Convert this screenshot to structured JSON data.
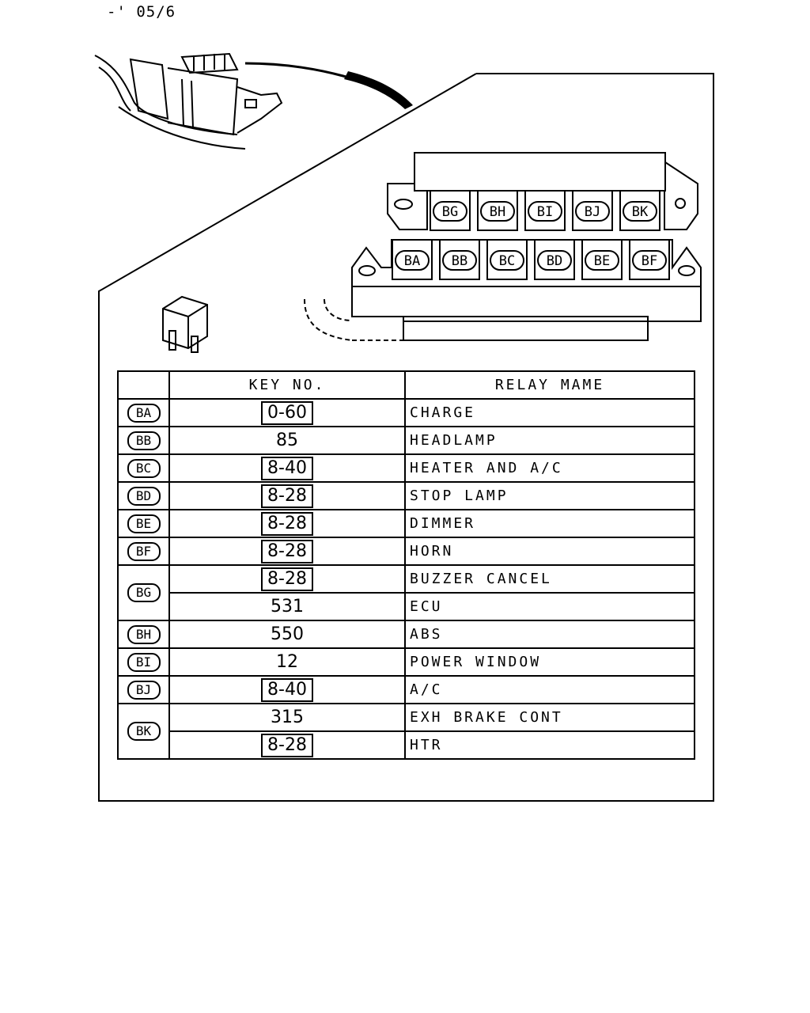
{
  "header": {
    "code": "-' 05/6"
  },
  "connector_top_labels": [
    "BG",
    "BH",
    "BI",
    "BJ",
    "BK"
  ],
  "connector_bottom_labels": [
    "BA",
    "BB",
    "BC",
    "BD",
    "BE",
    "BF"
  ],
  "table": {
    "col_key": "KEY NO.",
    "col_name": "RELAY MAME",
    "rows": [
      {
        "id": "BA",
        "key": "0-60",
        "boxed": true,
        "name": "CHARGE"
      },
      {
        "id": "BB",
        "key": "85",
        "boxed": false,
        "name": "HEADLAMP"
      },
      {
        "id": "BC",
        "key": "8-40",
        "boxed": true,
        "name": "HEATER AND A/C"
      },
      {
        "id": "BD",
        "key": "8-28",
        "boxed": true,
        "name": "STOP LAMP"
      },
      {
        "id": "BE",
        "key": "8-28",
        "boxed": true,
        "name": "DIMMER"
      },
      {
        "id": "BF",
        "key": "8-28",
        "boxed": true,
        "name": "HORN"
      },
      {
        "id": "BG",
        "key": "8-28",
        "boxed": true,
        "name": "BUZZER CANCEL"
      },
      {
        "id": "",
        "key": "531",
        "boxed": false,
        "name": "ECU"
      },
      {
        "id": "BH",
        "key": "550",
        "boxed": false,
        "name": "ABS"
      },
      {
        "id": "BI",
        "key": "12",
        "boxed": false,
        "name": "POWER WINDOW"
      },
      {
        "id": "BJ",
        "key": "8-40",
        "boxed": true,
        "name": "A/C"
      },
      {
        "id": "BK",
        "key": "315",
        "boxed": false,
        "name": "EXH BRAKE CONT"
      },
      {
        "id": "",
        "key": "8-28",
        "boxed": true,
        "name": "HTR"
      }
    ]
  }
}
